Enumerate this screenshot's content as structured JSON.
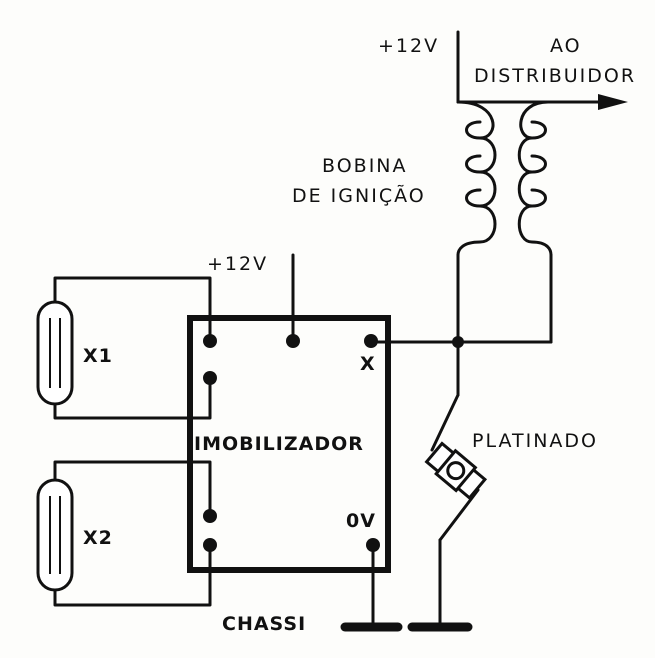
{
  "labels": {
    "supply_top": "+12V",
    "to_distributor_1": "AO",
    "to_distributor_2": "DISTRIBUIDOR",
    "coil_1": "BOBINA",
    "coil_2": "DE IGNIÇÃO",
    "supply_module": "+12V",
    "sensor_1": "X1",
    "sensor_2": "X2",
    "module": "IMOBILIZADOR",
    "terminal_x": "X",
    "terminal_0v": "0V",
    "breaker_points": "PLATINADO",
    "chassis": "CHASSI"
  }
}
